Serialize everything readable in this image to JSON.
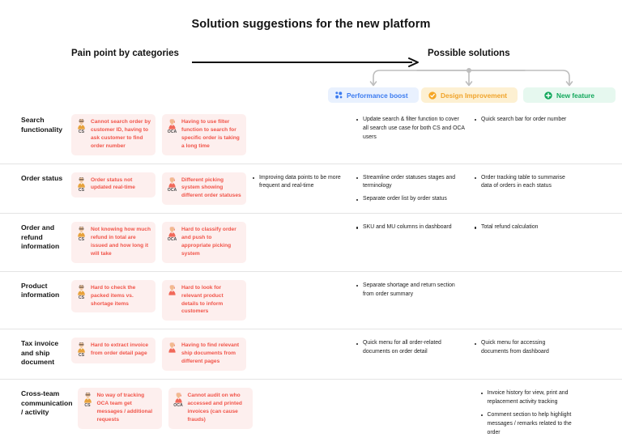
{
  "title": "Solution suggestions for the new platform",
  "header": {
    "left_label": "Pain point by categories",
    "right_label": "Possible solutions",
    "arrow_icon": "right-arrow-icon"
  },
  "colors": {
    "performance": "#3b7bf0",
    "performance_bg": "#e9f1fe",
    "design": "#f0a32a",
    "design_bg": "#fdf0d2",
    "new_feature": "#12a85c",
    "new_feature_bg": "#e6f8ef",
    "pain_text": "#f1554a",
    "pain_bg": "#fdefee",
    "divider": "#e4e4e4"
  },
  "badges": [
    {
      "label": "Performance boost",
      "icon": "sparkle-dots-icon",
      "key": "performance"
    },
    {
      "label": "Design Improvement",
      "icon": "check-circle-icon",
      "key": "design"
    },
    {
      "label": "New feature",
      "icon": "plus-circle-icon",
      "key": "new_feature"
    }
  ],
  "rows": [
    {
      "category": "Search functionality",
      "pains": [
        {
          "who": "CS",
          "icon": "cs-avatar-icon",
          "text": "Cannot search order by customer ID, having to ask customer to find order number"
        },
        {
          "who": "OCA",
          "icon": "oca-avatar-icon",
          "text": "Having to use filter function to search for specific order is taking a long time"
        }
      ],
      "performance": [],
      "design": [
        "Update search & filter function to cover all search use case for both CS and OCA users"
      ],
      "new_feature": [
        "Quick search bar for order number"
      ]
    },
    {
      "category": "Order status",
      "pains": [
        {
          "who": "CS",
          "icon": "cs-avatar-icon",
          "text": "Order status not updated real-time"
        },
        {
          "who": "OCA",
          "icon": "oca-avatar-icon",
          "text": "Different picking system showing different order statuses"
        }
      ],
      "performance": [
        "Improving data points to be more frequent and real-time"
      ],
      "design": [
        "Streamline order statuses stages and terminology",
        "Separate order list by order status"
      ],
      "new_feature": [
        "Order tracking table to summarise data of orders in each status"
      ]
    },
    {
      "category": "Order and refund information",
      "pains": [
        {
          "who": "CS",
          "icon": "cs-avatar-icon",
          "text": "Not knowing how much refund in total are issued and how long it will take"
        },
        {
          "who": "OCA",
          "icon": "oca-avatar-icon",
          "text": "Hard to classify order and push to appropriate picking system"
        }
      ],
      "performance": [],
      "design": [
        "SKU and MU columns in dashboard"
      ],
      "new_feature": [
        "Total refund calculation"
      ]
    },
    {
      "category": "Product information",
      "pains": [
        {
          "who": "CS",
          "icon": "cs-avatar-icon",
          "text": "Hard to check the packed items vs. shortage items"
        },
        {
          "who": "",
          "icon": "oca-avatar-icon",
          "text": "Hard to look for relevant product details to inform customers"
        }
      ],
      "performance": [],
      "design": [
        "Separate shortage and return section from order summary"
      ],
      "new_feature": []
    },
    {
      "category": "Tax invoice and ship document",
      "pains": [
        {
          "who": "CS",
          "icon": "cs-avatar-icon",
          "text": "Hard to extract invoice from order detail page"
        },
        {
          "who": "",
          "icon": "oca-avatar-icon",
          "text": "Having to find relevant ship documents from different pages"
        }
      ],
      "performance": [],
      "design": [
        "Quick menu for all order-related documents on order detail"
      ],
      "new_feature": [
        "Quick menu for accessing documents from dashboard"
      ]
    },
    {
      "category": "Cross-team communication / activity",
      "pains": [
        {
          "who": "CS",
          "icon": "cs-avatar-icon",
          "text": "No way of tracking OCA team get messages / additional requests"
        },
        {
          "who": "OCA",
          "icon": "oca-avatar-icon",
          "text": "Cannot audit on who accessed and printed invoices (can cause frauds)"
        }
      ],
      "performance": [],
      "design": [],
      "new_feature": [
        "Invoice history for view, print and replacement activity tracking",
        "Comment section to help highlight messages / remarks related to the order"
      ]
    }
  ]
}
